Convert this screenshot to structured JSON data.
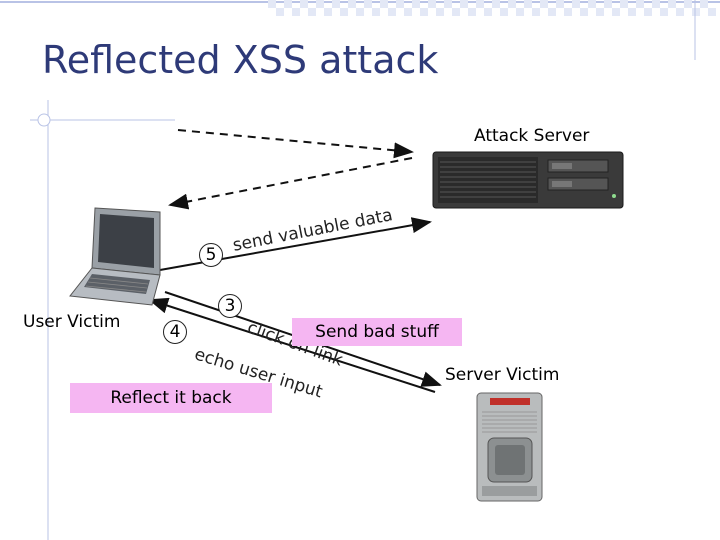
{
  "slide": {
    "title": "Reflected XSS attack"
  },
  "nodes": {
    "attack_server": "Attack Server",
    "user_victim": "User Victim",
    "server_victim": "Server Victim"
  },
  "steps": {
    "step3_number": "3",
    "step3_text": "click on link",
    "step4_number": "4",
    "step4_text": "echo user input",
    "step5_number": "5",
    "step5_text": "send valuable data"
  },
  "callouts": {
    "send_bad_stuff": "Send bad stuff",
    "reflect_it_back": "Reflect it back"
  },
  "colors": {
    "title": "#2e3a78",
    "accent_lines": "#b9c3e6",
    "callout_bg": "#f5b6f2"
  }
}
